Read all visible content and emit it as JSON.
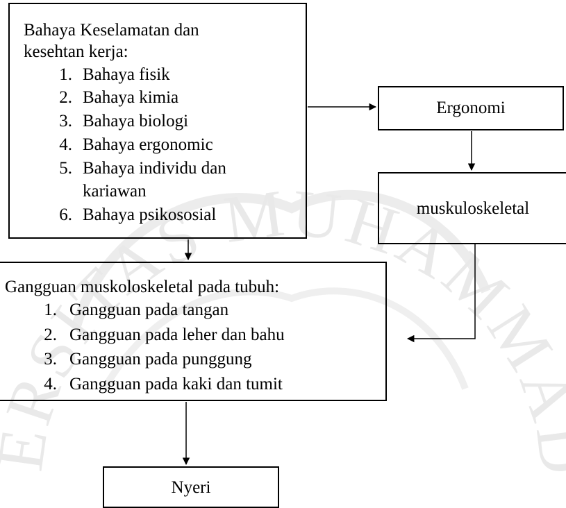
{
  "hazards_box": {
    "title_line1": "Bahaya Keselamatan dan",
    "title_line2": "kesehtan kerja:",
    "items": [
      {
        "num": "1.",
        "text": "Bahaya fisik"
      },
      {
        "num": "2.",
        "text": "Bahaya kimia"
      },
      {
        "num": "3.",
        "text": "Bahaya biologi"
      },
      {
        "num": "4.",
        "text": "Bahaya ergonomic"
      },
      {
        "num": "5.",
        "text": "Bahaya individu dan",
        "text2": "kariawan"
      },
      {
        "num": "6.",
        "text": "Bahaya psikososial"
      }
    ]
  },
  "ergonomi_box": {
    "label": "Ergonomi"
  },
  "musculo_box": {
    "label": "muskuloskeletal"
  },
  "disorders_box": {
    "title": "Gangguan muskoloskeletal pada tubuh:",
    "items": [
      {
        "num": "1.",
        "text": "Gangguan pada tangan"
      },
      {
        "num": "2.",
        "text": "Gangguan pada leher dan bahu"
      },
      {
        "num": "3.",
        "text": "Gangguan pada punggung"
      },
      {
        "num": "4.",
        "text": "Gangguan pada kaki dan tumit"
      }
    ]
  },
  "pain_box": {
    "label": "Nyeri"
  },
  "watermark": {
    "text": "UNIVERSITAS MUHAMMADIYAH",
    "color": "#e6e6e6"
  }
}
